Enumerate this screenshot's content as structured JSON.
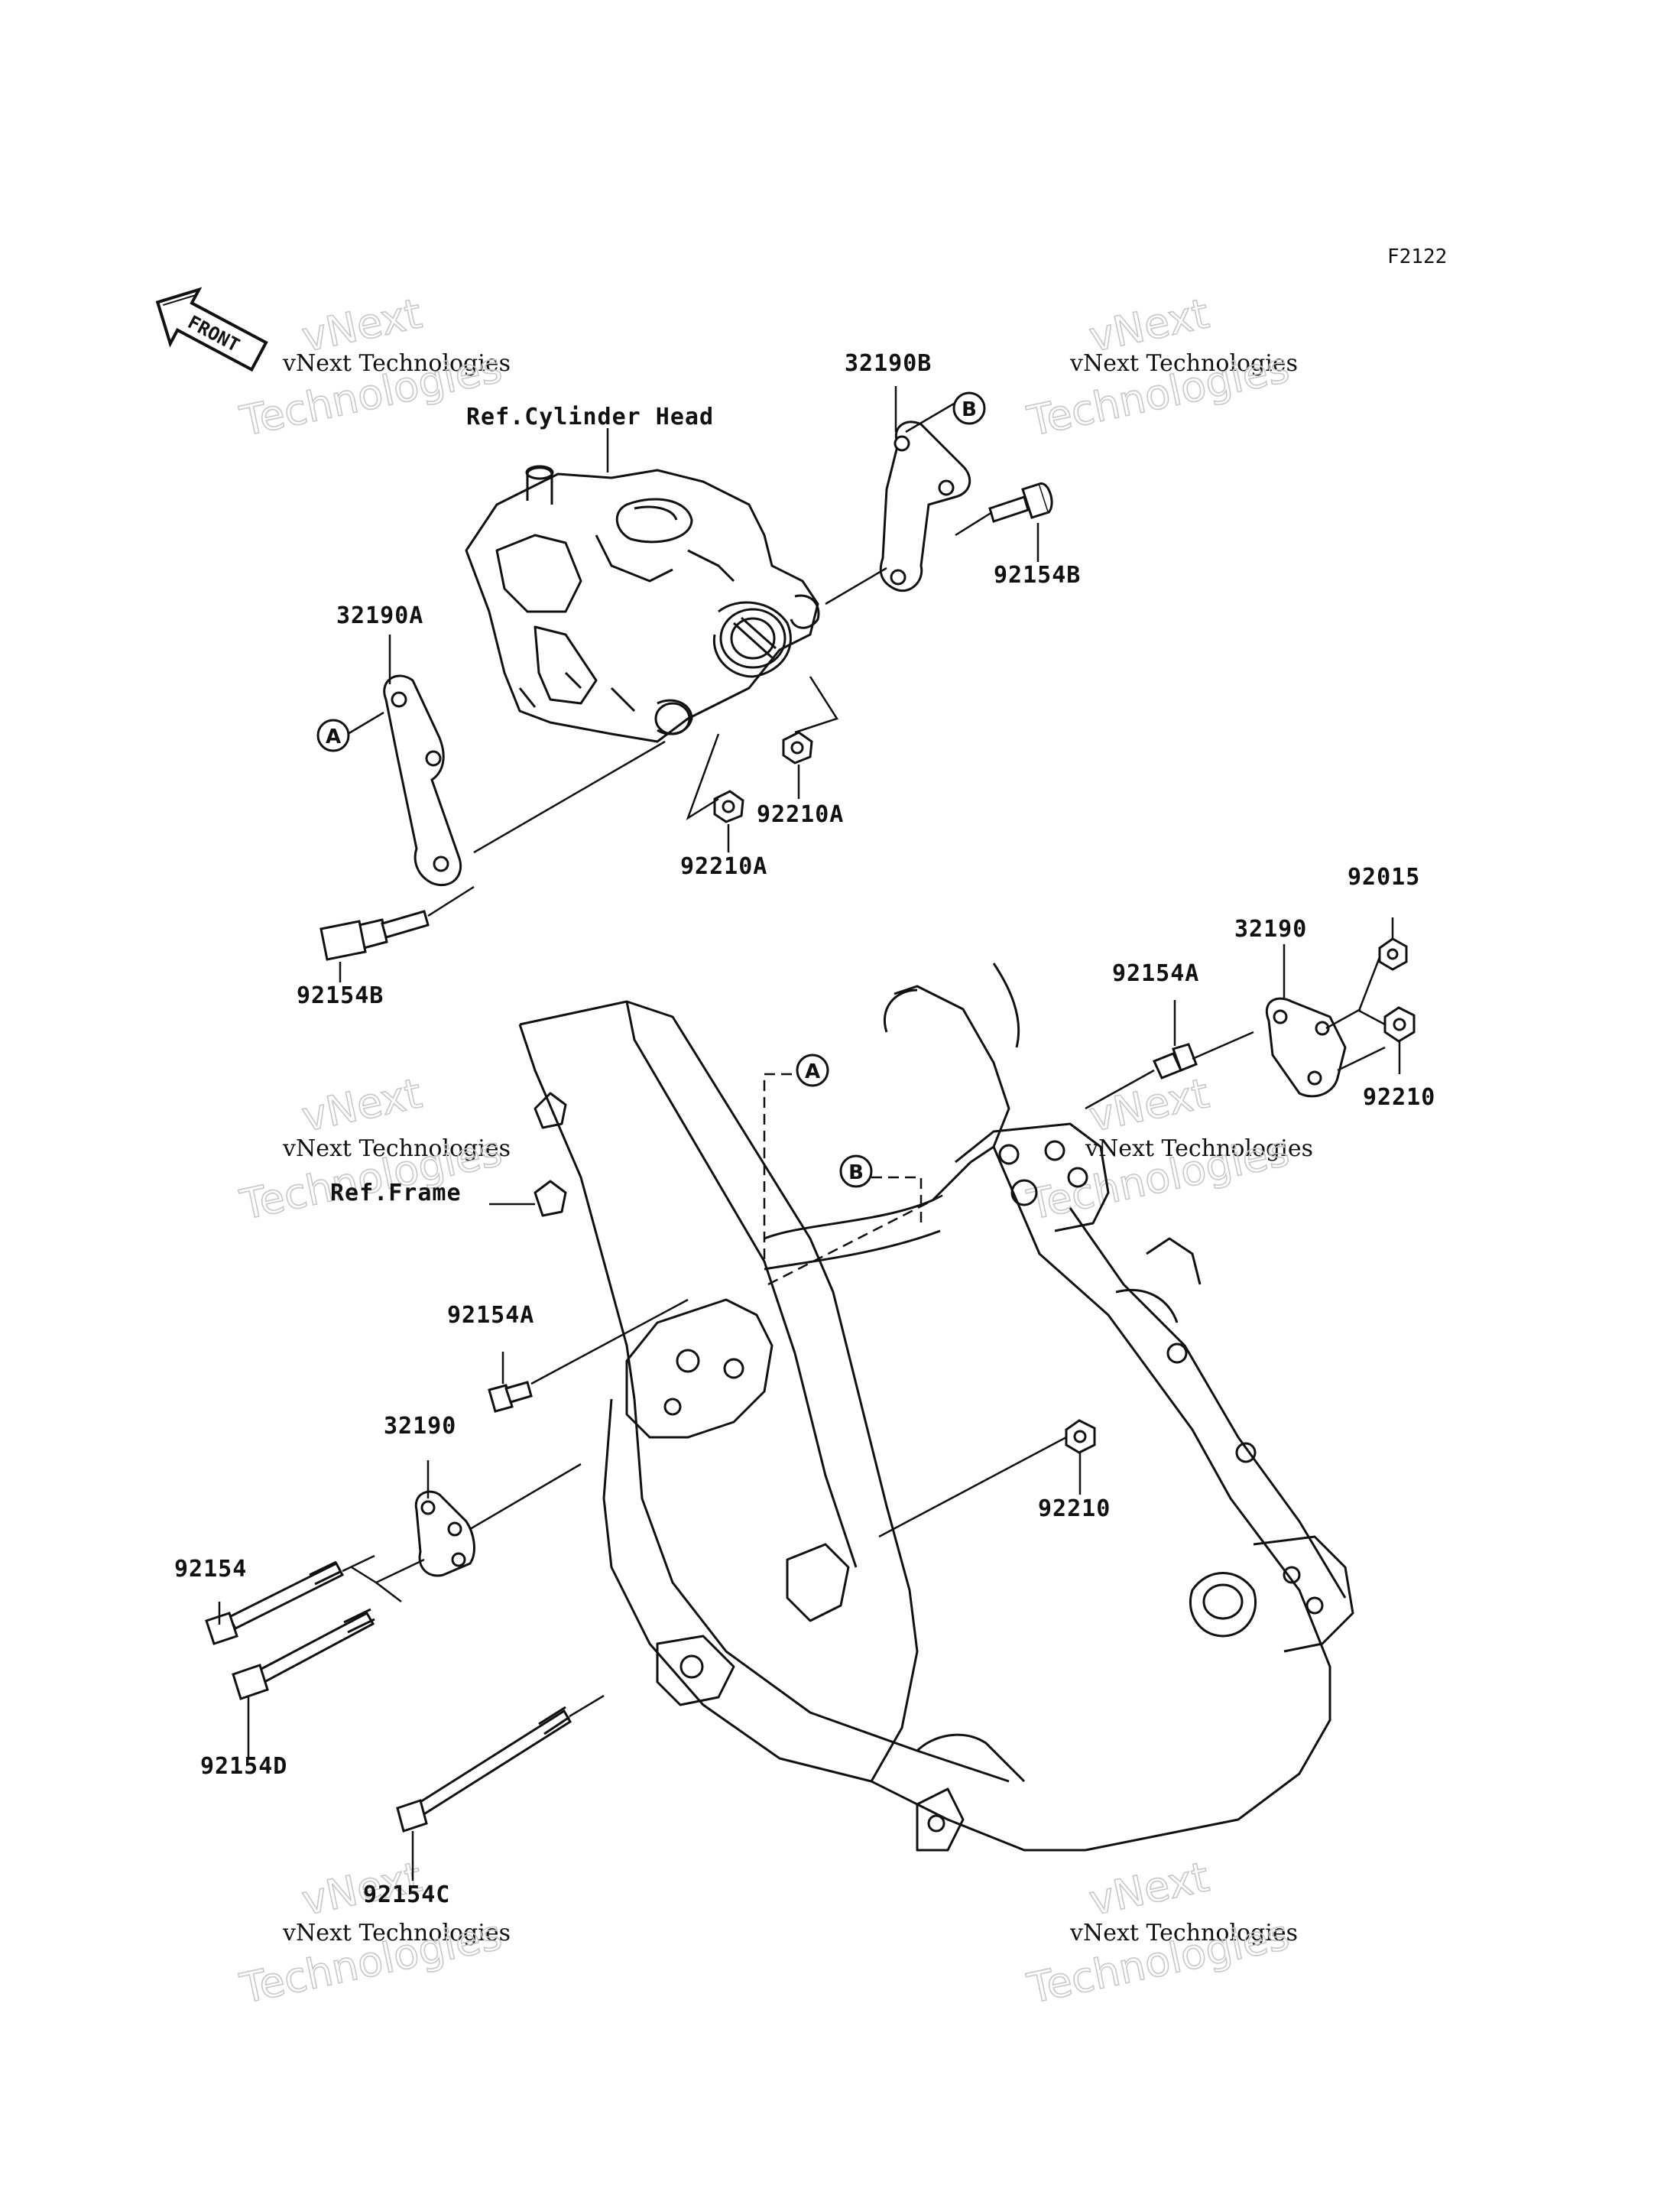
{
  "diagram_id": "F2122",
  "front_arrow": "FRONT",
  "refs": {
    "cylinder_head": "Ref.Cylinder Head",
    "frame": "Ref.Frame"
  },
  "callouts": {
    "a": "A",
    "b": "B"
  },
  "parts": {
    "p32190B": "32190B",
    "p92154B_top": "92154B",
    "p32190A": "32190A",
    "p92210A_right": "92210A",
    "p92210A_left": "92210A",
    "p92154B_left": "92154B",
    "p92015": "92015",
    "p32190_right": "32190",
    "p92154A_right": "92154A",
    "p92210_right": "92210",
    "p92154A_left": "92154A",
    "p32190_left": "32190",
    "p92154": "92154",
    "p92154D": "92154D",
    "p92210_center": "92210",
    "p92154C": "92154C"
  },
  "watermark": {
    "line1": "vNext",
    "line2": "vNext Technologies",
    "line3": "Technologies"
  }
}
